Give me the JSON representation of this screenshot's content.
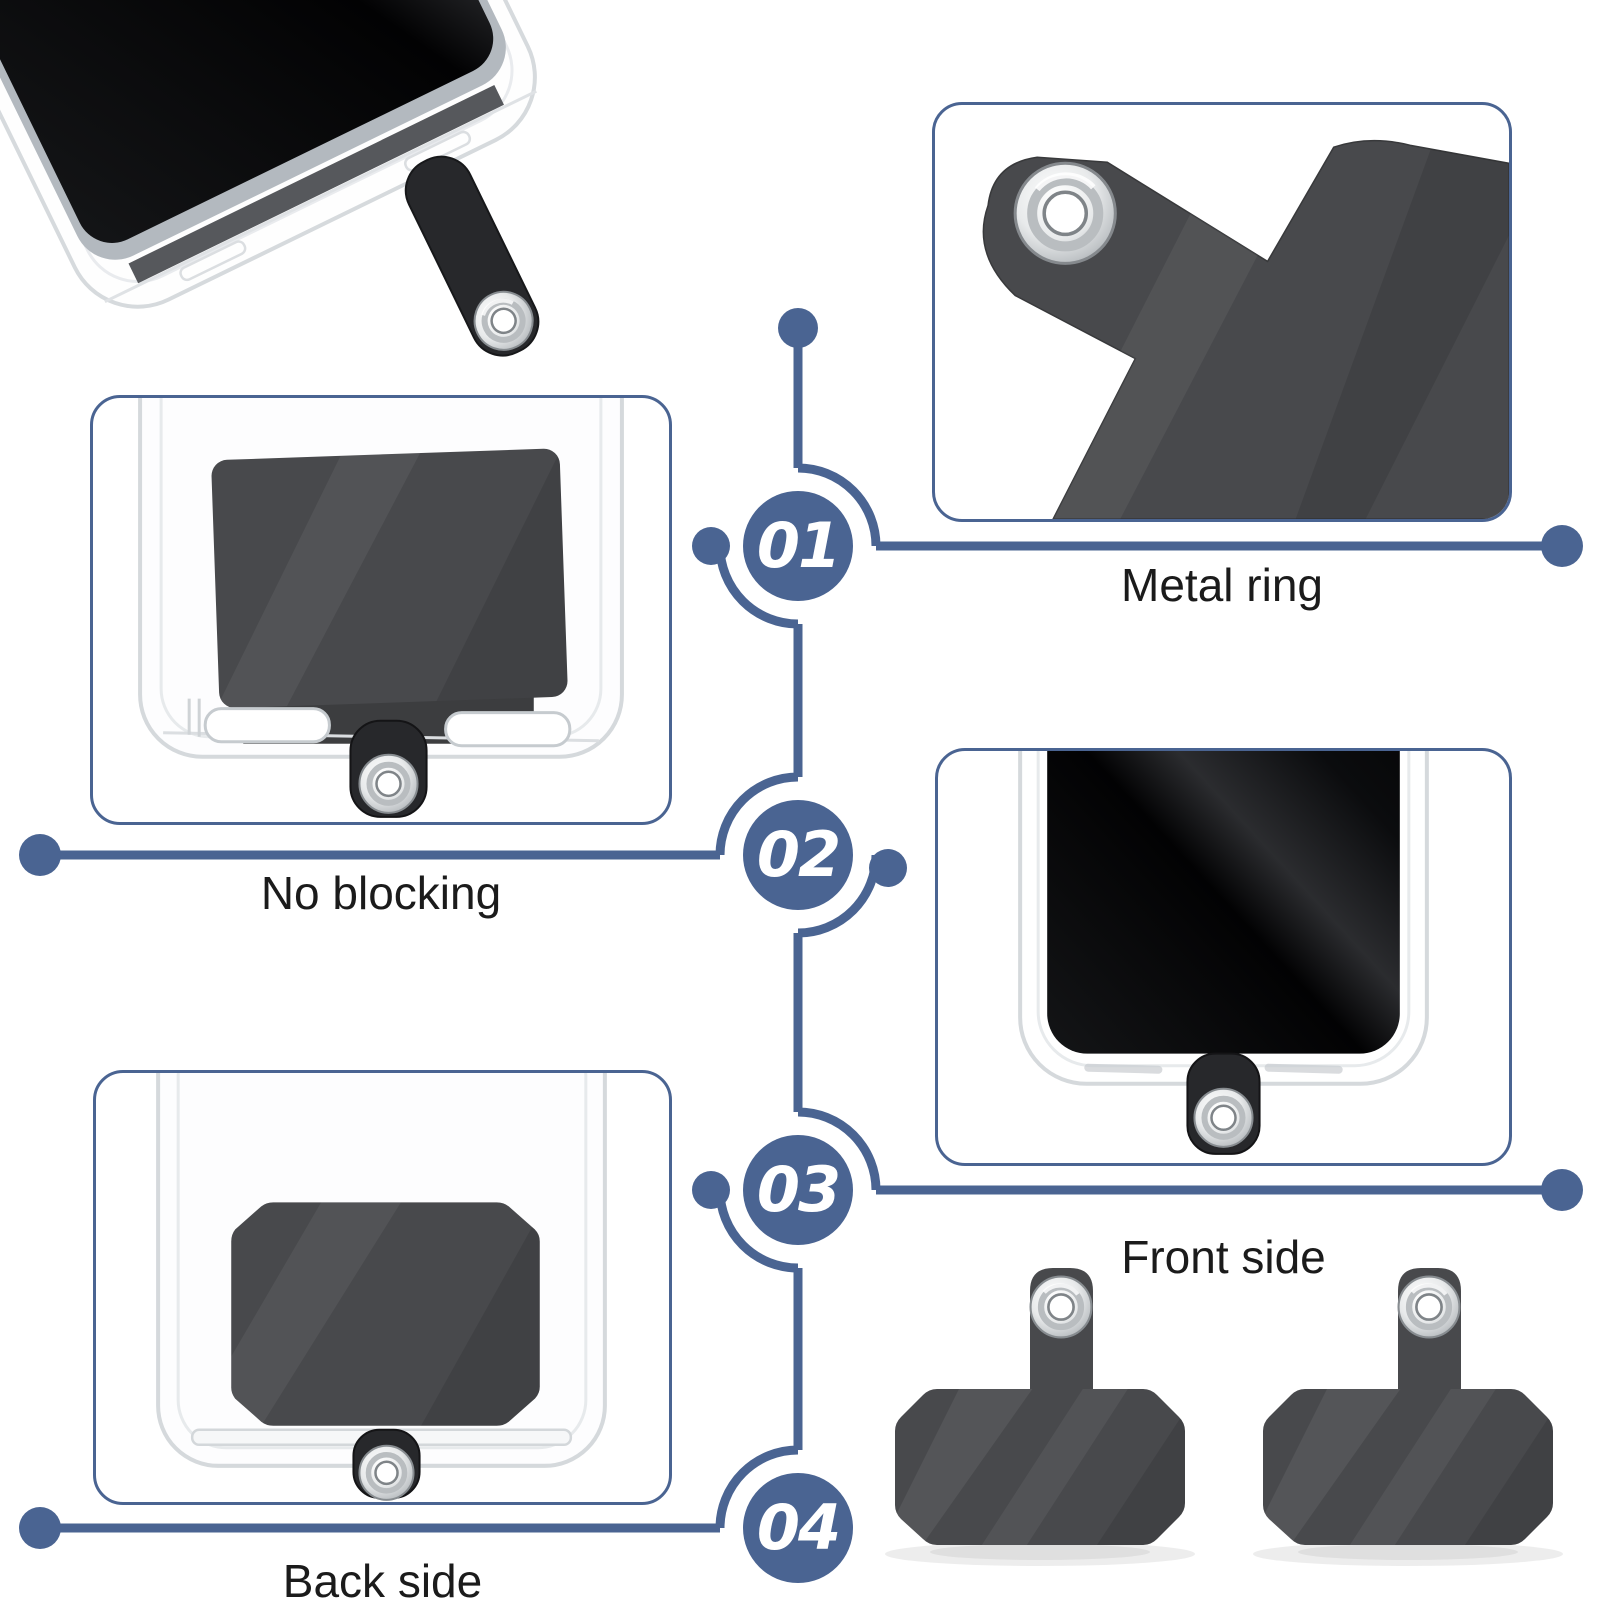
{
  "diagram": {
    "steps": [
      {
        "number": "01",
        "label": "Metal ring"
      },
      {
        "number": "02",
        "label": "No blocking"
      },
      {
        "number": "03",
        "label": "Front side"
      },
      {
        "number": "04",
        "label": "Back side"
      }
    ],
    "colors": {
      "accent": "#4a6492",
      "patch_dark": "#48494c",
      "tab_black": "#27282b",
      "metal_silver": "#c9cdd1",
      "label_ink": "#1b1b1b"
    },
    "illustrations": {
      "top_photo": "phone-case-with-lanyard-patch-photo",
      "panel_1": "metal-ring-closeup",
      "panel_2": "case-bottom-no-blocking",
      "panel_3": "phone-front-with-patch-tab",
      "panel_4": "case-back-with-patch",
      "bottom_right": "two-black-patch-tags"
    }
  }
}
